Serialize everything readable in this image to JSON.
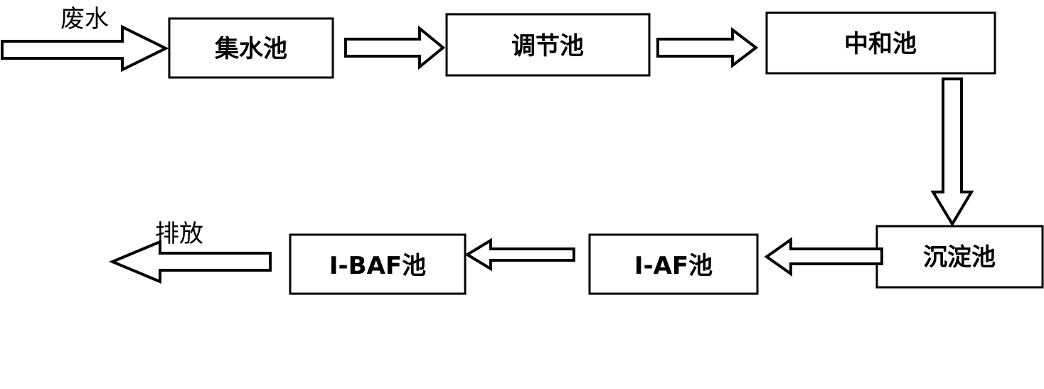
{
  "diagram": {
    "input_label": "废水",
    "output_label": "排放",
    "nodes": [
      {
        "id": "collection",
        "label": "集水池"
      },
      {
        "id": "regulation",
        "label": "调节池"
      },
      {
        "id": "neutralization",
        "label": "中和池"
      },
      {
        "id": "sedimentation",
        "label": "沉淀池"
      },
      {
        "id": "iaf",
        "label": "I-AF池"
      },
      {
        "id": "ibaf",
        "label": "I-BAF池"
      }
    ],
    "colors": {
      "stroke": "#000000",
      "fill": "#ffffff",
      "text": "#000000"
    }
  }
}
